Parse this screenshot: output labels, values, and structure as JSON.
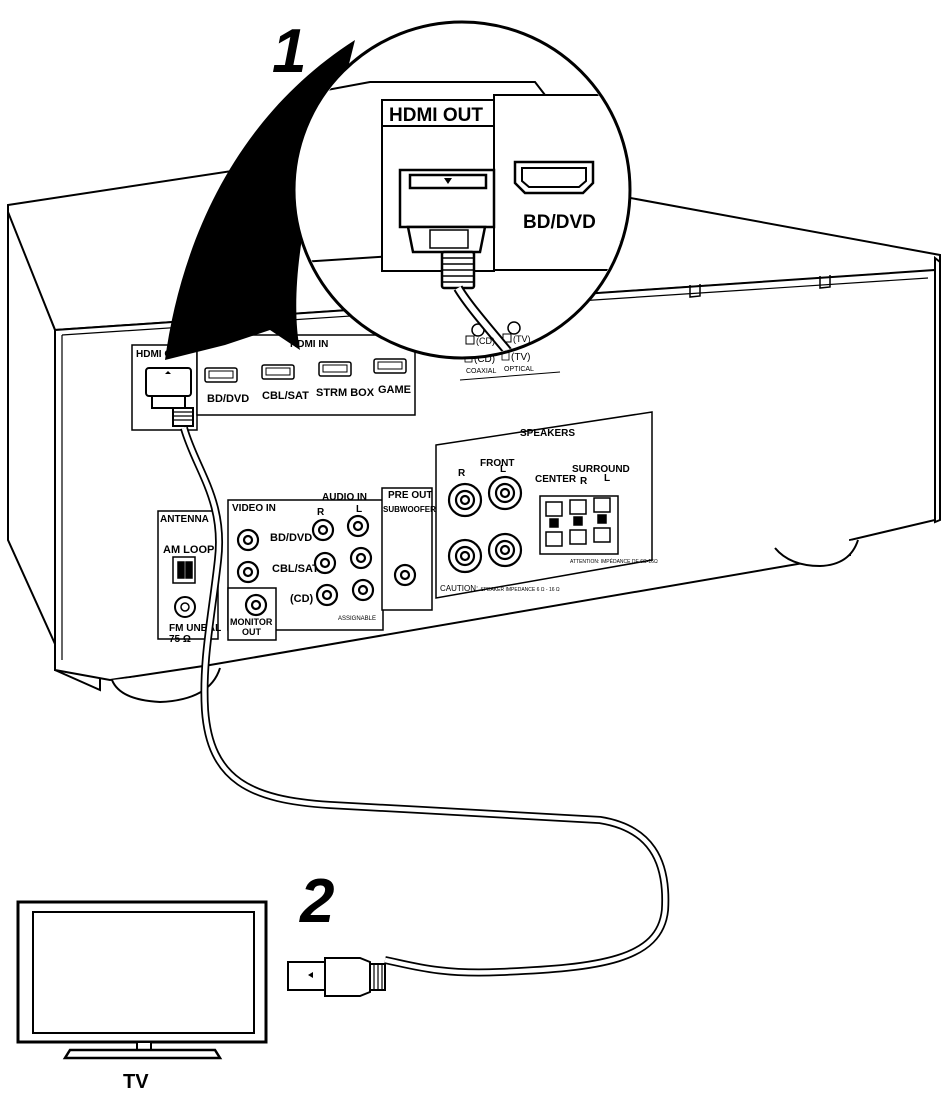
{
  "steps": {
    "step1": "1",
    "step2": "2"
  },
  "zoom": {
    "hdmi_out": "HDMI OUT",
    "bd_dvd": "BD/DVD",
    "cd": "(CD)",
    "tv": "(TV)"
  },
  "panel": {
    "hdmi_out": "HDMI OU",
    "hdmi_in": "HDMI IN",
    "hdmi_ports": [
      "BD/DVD",
      "CBL/SAT",
      "STRM BOX",
      "GAME"
    ],
    "digital": {
      "cd": "(CD)",
      "tv": "(TV)",
      "coaxial": "COAXIAL",
      "optical": "OPTICAL"
    },
    "antenna": "ANTENNA",
    "am_loop": "AM LOOP",
    "fm_unbal": "FM UNBAL",
    "ohm": "75 Ω",
    "video_in": "VIDEO IN",
    "audio_in": "AUDIO IN",
    "audio_r": "R",
    "audio_l": "L",
    "rows": [
      "BD/DVD",
      "CBL/SAT",
      "(CD)"
    ],
    "assignable": "ASSIGNABLE",
    "monitor_out_1": "MONITOR",
    "monitor_out_2": "OUT",
    "pre_out": "PRE OUT",
    "subwoofer": "SUBWOOFER",
    "speakers": "SPEAKERS",
    "front": "FRONT",
    "front_r": "R",
    "front_l": "L",
    "center": "CENTER",
    "surround": "SURROUND",
    "sur_r": "R",
    "sur_l": "L",
    "caution": "CAUTION:",
    "caution_detail": "SPEAKER IMPEDANCE 6 Ω - 16 Ω",
    "attention": "ATTENTION:",
    "attention_detail": "IMPÉDANCE DE 6Ω-16Ω"
  },
  "tv_label": "TV"
}
